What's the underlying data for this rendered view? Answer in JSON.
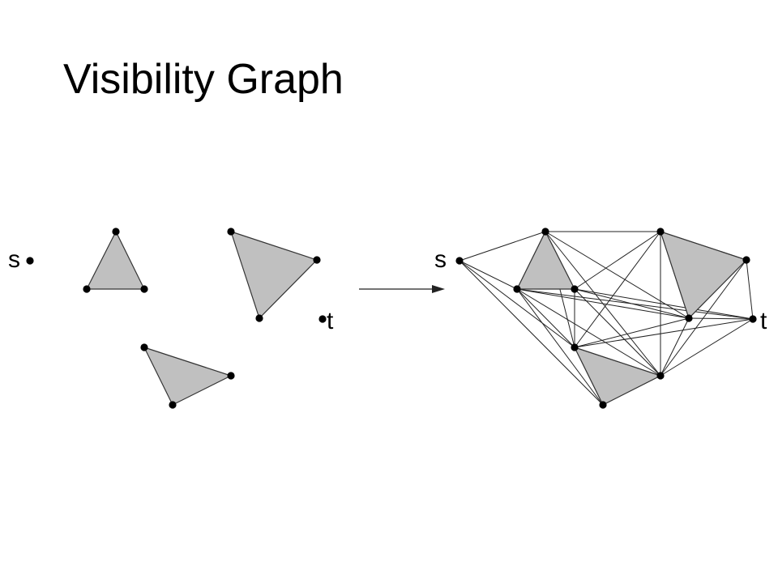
{
  "slide": {
    "title": "Visibility Graph"
  },
  "colors": {
    "obstacle_fill": "#c0c0c0",
    "obstacle_stroke": "#333333",
    "edge": "#222222",
    "vertex": "#000000",
    "arrow": "#222222"
  },
  "before_panel": {
    "start_label": "s",
    "target_label": "t",
    "obstacle_count": 3
  },
  "after_panel": {
    "start_label": "s",
    "target_label": "t",
    "obstacle_count": 3,
    "shows_visibility_edges": true
  }
}
